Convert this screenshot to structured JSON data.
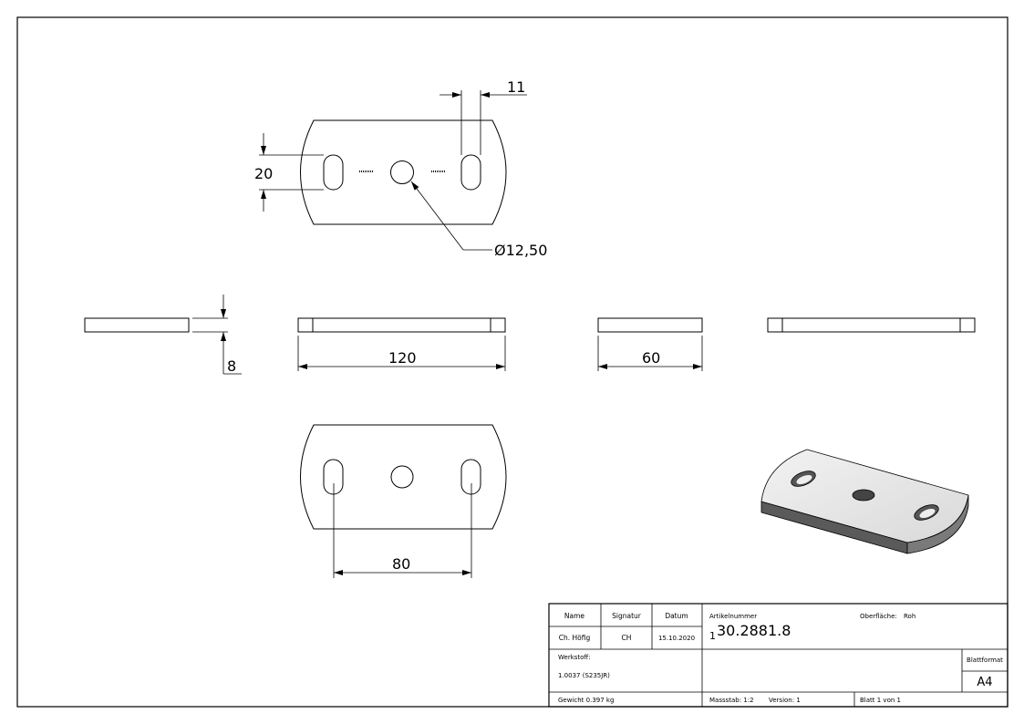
{
  "dimensions": {
    "slot_width": "11",
    "slot_length": "20",
    "hole_diameter": "Ø12,50",
    "thickness": "8",
    "length": "120",
    "width": "60",
    "slot_spacing": "80"
  },
  "title_block": {
    "headers": {
      "name": "Name",
      "signatur": "Signatur",
      "datum": "Datum"
    },
    "values": {
      "name": "Ch. Höfig",
      "signatur": "CH",
      "datum": "15.10.2020"
    },
    "artikelnummer_label": "Artikelnummer",
    "artikelnummer_prefix": "1",
    "artikelnummer": "30.2881.8",
    "oberflaeche_label": "Oberfläche:",
    "oberflaeche_value": "Roh",
    "werkstoff_label": "Werkstoff:",
    "werkstoff_value": "1.0037 (S235JR)",
    "blattformat_label": "Blattformat",
    "blattformat_value": "A4",
    "gewicht": "Gewicht 0.397 kg",
    "massstab": "Massstab: 1:2",
    "version": "Version: 1",
    "blatt": "Blatt 1 von 1"
  }
}
